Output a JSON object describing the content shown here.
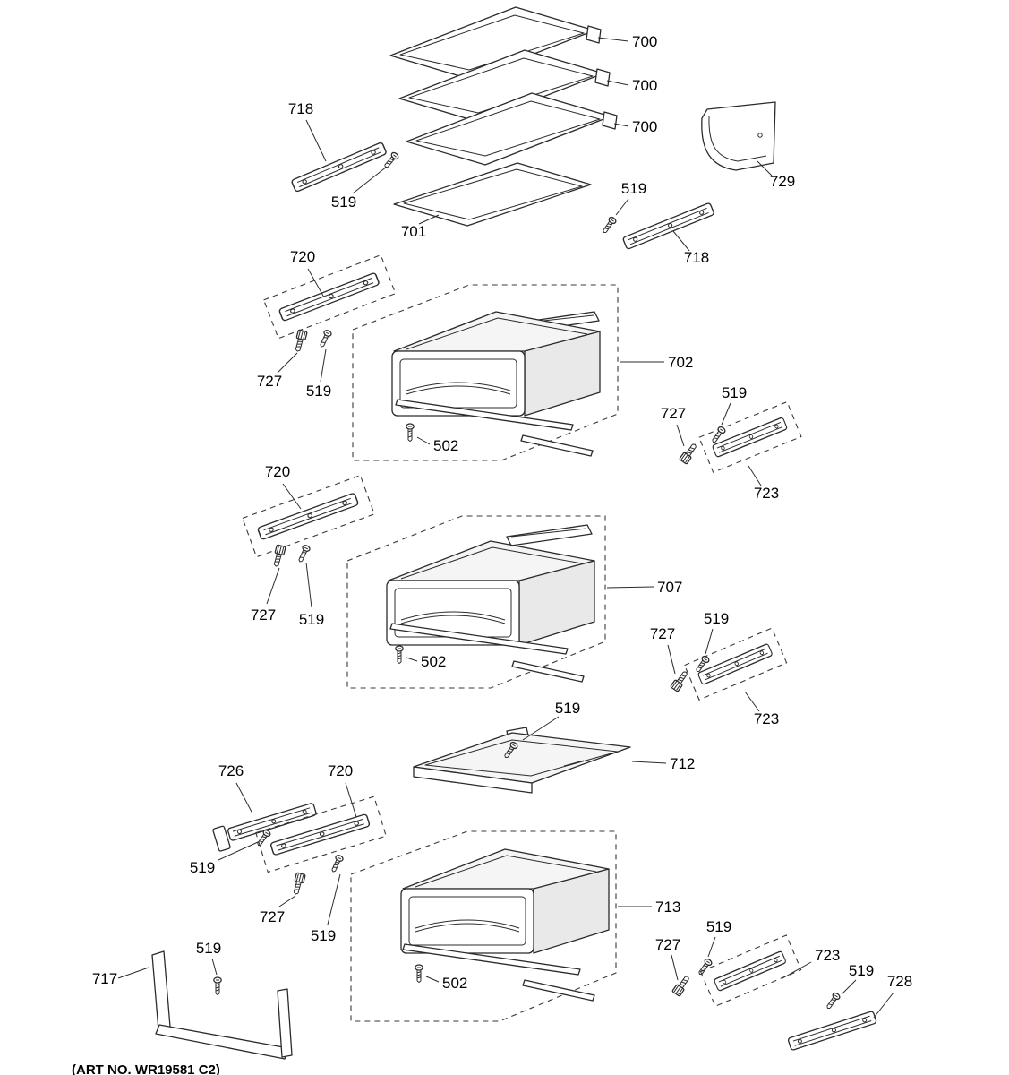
{
  "diagram": {
    "art_no": "(ART NO. WR19581 C2)",
    "parts": {
      "p502": "502",
      "p519": "519",
      "p700": "700",
      "p701": "701",
      "p702": "702",
      "p707": "707",
      "p712": "712",
      "p713": "713",
      "p717": "717",
      "p718": "718",
      "p720": "720",
      "p723": "723",
      "p726": "726",
      "p727": "727",
      "p728": "728",
      "p729": "729"
    }
  }
}
